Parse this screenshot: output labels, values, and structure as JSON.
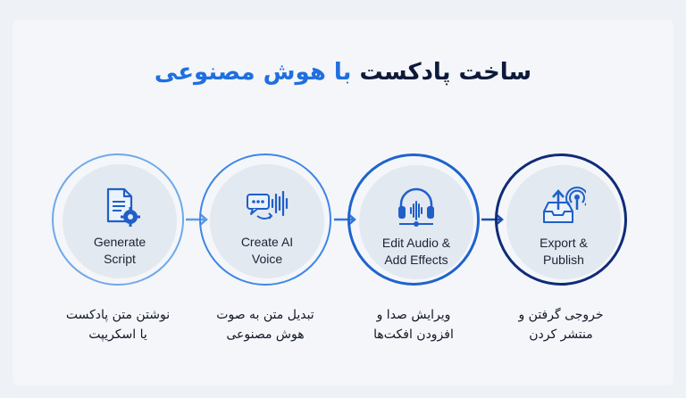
{
  "title": {
    "dark": "ساخت پادکست",
    "blue": "با هوش مصنوعی"
  },
  "steps": [
    {
      "label": "Generate\nScript",
      "caption": "نوشتن متن پادکست\nیا اسکریپت",
      "icon": "script-gear-icon"
    },
    {
      "label": "Create AI\nVoice",
      "caption": "تبدیل متن به صوت\nهوش مصنوعی",
      "icon": "voice-wave-icon"
    },
    {
      "label": "Edit Audio &\nAdd Effects",
      "caption": "ویرایش صدا و\nافزودن افکت‌ها",
      "icon": "headphones-icon"
    },
    {
      "label": "Export &\nPublish",
      "caption": "خروجی گرفتن و\nمنتشر کردن",
      "icon": "export-podcast-icon"
    }
  ],
  "colors": {
    "dark": "#0f1a3a",
    "accent": "#1f6fe0",
    "ring1": "#6fa9ea",
    "ring4": "#0f2c78"
  }
}
